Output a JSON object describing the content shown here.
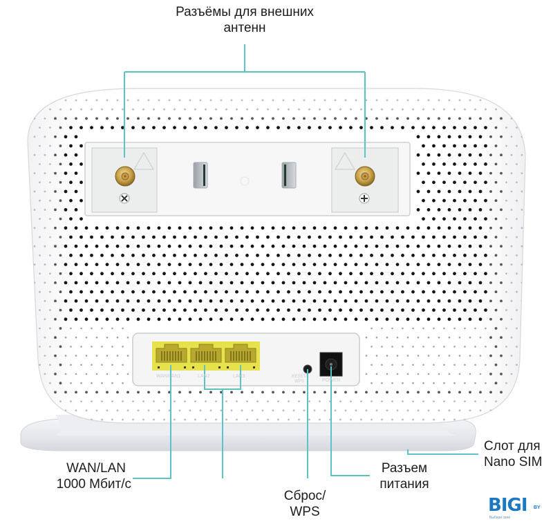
{
  "diagram": {
    "subject": "Router rear panel",
    "callout_color": "#5bc3c8",
    "port_color": "#e8e34a",
    "callouts": {
      "antenna": {
        "lines": [
          "Разъёмы для внешних",
          "антенн"
        ]
      },
      "wan_lan": {
        "lines": [
          "WAN/LAN",
          "1000 Мбит/с"
        ]
      },
      "reset_wps": {
        "lines": [
          "Сброс/",
          "WPS"
        ]
      },
      "power": {
        "lines": [
          "Разъем",
          "питания"
        ]
      },
      "sim": {
        "lines": [
          "Слот для",
          "Nano SIM"
        ]
      }
    },
    "port_silkscreen": [
      "WAN/LAN1",
      "LAN2",
      "LAN3",
      "RESET/WPS",
      "POWER"
    ],
    "logo": {
      "text": "BIGI",
      "suffix": "BY",
      "tagline": "Выбери своё"
    }
  }
}
